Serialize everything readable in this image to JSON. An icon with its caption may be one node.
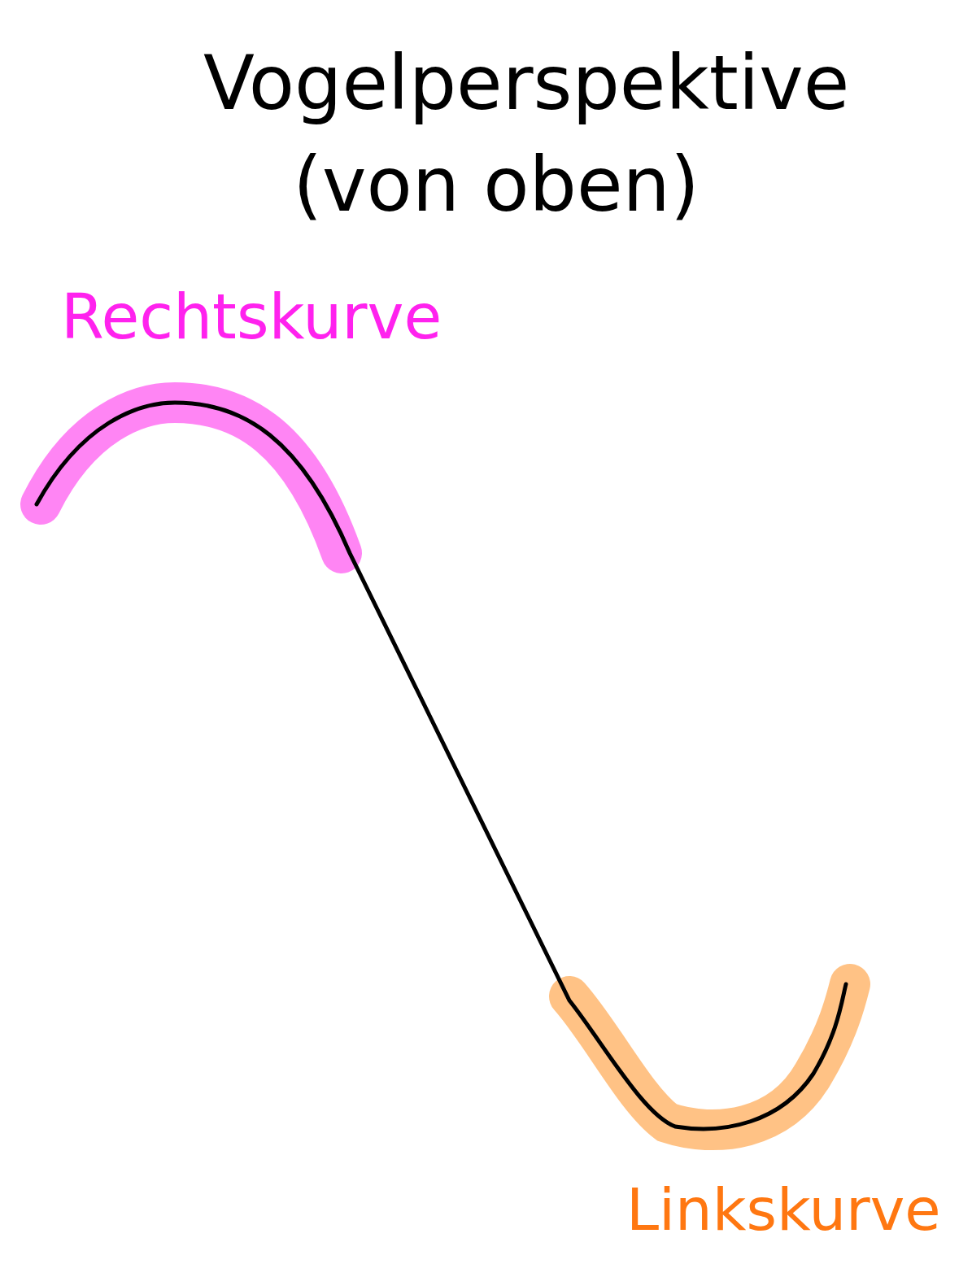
{
  "diagram": {
    "title": "Vogelperspektive (von oben)",
    "labels": [
      "Rechtskurve",
      "Linkskurve"
    ]
  }
}
